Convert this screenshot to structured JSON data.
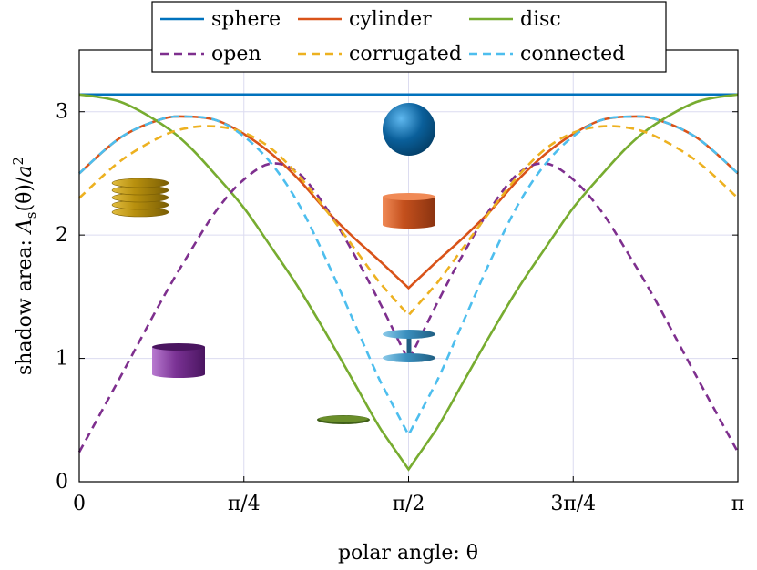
{
  "chart_data": {
    "type": "line",
    "xlabel": "polar angle: θ",
    "ylabel_parts": {
      "prefix": "shadow area: ",
      "A": "A",
      "sub": "s",
      "mid": "(θ)/",
      "a": "a",
      "sup": "2"
    },
    "xlim": [
      0,
      3.14159
    ],
    "ylim": [
      0,
      3.5
    ],
    "grid": true,
    "legend_position": "top",
    "xticks": [
      {
        "value": 0,
        "label": "0"
      },
      {
        "value": 0.7854,
        "label": "π/4"
      },
      {
        "value": 1.5708,
        "label": "π/2"
      },
      {
        "value": 2.3562,
        "label": "3π/4"
      },
      {
        "value": 3.14159,
        "label": "π"
      }
    ],
    "yticks": [
      {
        "value": 0,
        "label": "0"
      },
      {
        "value": 1,
        "label": "1"
      },
      {
        "value": 2,
        "label": "2"
      },
      {
        "value": 3,
        "label": "3"
      }
    ],
    "x": [
      0,
      0.1963,
      0.3927,
      0.5236,
      0.6545,
      0.7854,
      0.9163,
      1.0472,
      1.1781,
      1.309,
      1.4399,
      1.5708,
      1.7017,
      1.8326,
      1.9635,
      2.0944,
      2.2253,
      2.3562,
      2.4871,
      2.618,
      2.7489,
      2.9452,
      3.14159
    ],
    "series": [
      {
        "name": "sphere",
        "color": "#0072bd",
        "dashed": false,
        "values": [
          3.14,
          3.14,
          3.14,
          3.14,
          3.14,
          3.14,
          3.14,
          3.14,
          3.14,
          3.14,
          3.14,
          3.14,
          3.14,
          3.14,
          3.14,
          3.14,
          3.14,
          3.14,
          3.14,
          3.14,
          3.14,
          3.14,
          3.14
        ]
      },
      {
        "name": "cylinder",
        "color": "#d95319",
        "dashed": false,
        "values": [
          2.5,
          2.79,
          2.94,
          2.96,
          2.93,
          2.82,
          2.66,
          2.45,
          2.2,
          1.98,
          1.78,
          1.57,
          1.78,
          1.98,
          2.2,
          2.45,
          2.66,
          2.82,
          2.93,
          2.96,
          2.94,
          2.79,
          2.5
        ]
      },
      {
        "name": "disc",
        "color": "#77ac30",
        "dashed": false,
        "values": [
          3.14,
          3.08,
          2.9,
          2.72,
          2.48,
          2.22,
          1.9,
          1.57,
          1.2,
          0.81,
          0.42,
          0.1,
          0.42,
          0.81,
          1.2,
          1.57,
          1.9,
          2.22,
          2.48,
          2.72,
          2.9,
          3.08,
          3.14
        ]
      },
      {
        "name": "open",
        "color": "#7e2f8e",
        "dashed": true,
        "values": [
          0.24,
          0.85,
          1.47,
          1.85,
          2.2,
          2.45,
          2.58,
          2.5,
          2.22,
          1.85,
          1.43,
          0.98,
          1.43,
          1.85,
          2.22,
          2.5,
          2.58,
          2.45,
          2.2,
          1.85,
          1.47,
          0.85,
          0.24
        ]
      },
      {
        "name": "corrugated",
        "color": "#edb120",
        "dashed": true,
        "values": [
          2.3,
          2.6,
          2.8,
          2.87,
          2.88,
          2.83,
          2.7,
          2.48,
          2.2,
          1.9,
          1.6,
          1.35,
          1.6,
          1.9,
          2.2,
          2.48,
          2.7,
          2.83,
          2.88,
          2.87,
          2.8,
          2.6,
          2.3
        ]
      },
      {
        "name": "connected",
        "color": "#4dbeee",
        "dashed": true,
        "values": [
          2.5,
          2.79,
          2.94,
          2.96,
          2.93,
          2.8,
          2.58,
          2.25,
          1.8,
          1.3,
          0.8,
          0.38,
          0.8,
          1.3,
          1.8,
          2.25,
          2.58,
          2.8,
          2.93,
          2.96,
          2.94,
          2.79,
          2.5
        ]
      }
    ]
  },
  "illustrations": {
    "sphere_colors": [
      "#5fb8ef",
      "#0a5f9a",
      "#043f68"
    ],
    "cylinder_colors": [
      "#f08a56",
      "#c4501d",
      "#8a3310"
    ],
    "corrugated_colors": [
      "#e2bd40",
      "#b8900e",
      "#7a5e05"
    ],
    "open_colors": [
      "#b87ad0",
      "#7a3294",
      "#4a1560"
    ],
    "connected_colors": [
      "#8ccbea",
      "#3a8fbe",
      "#1f5e82"
    ],
    "disc_colors": [
      "#6a8e2a",
      "#3f5e18"
    ]
  }
}
